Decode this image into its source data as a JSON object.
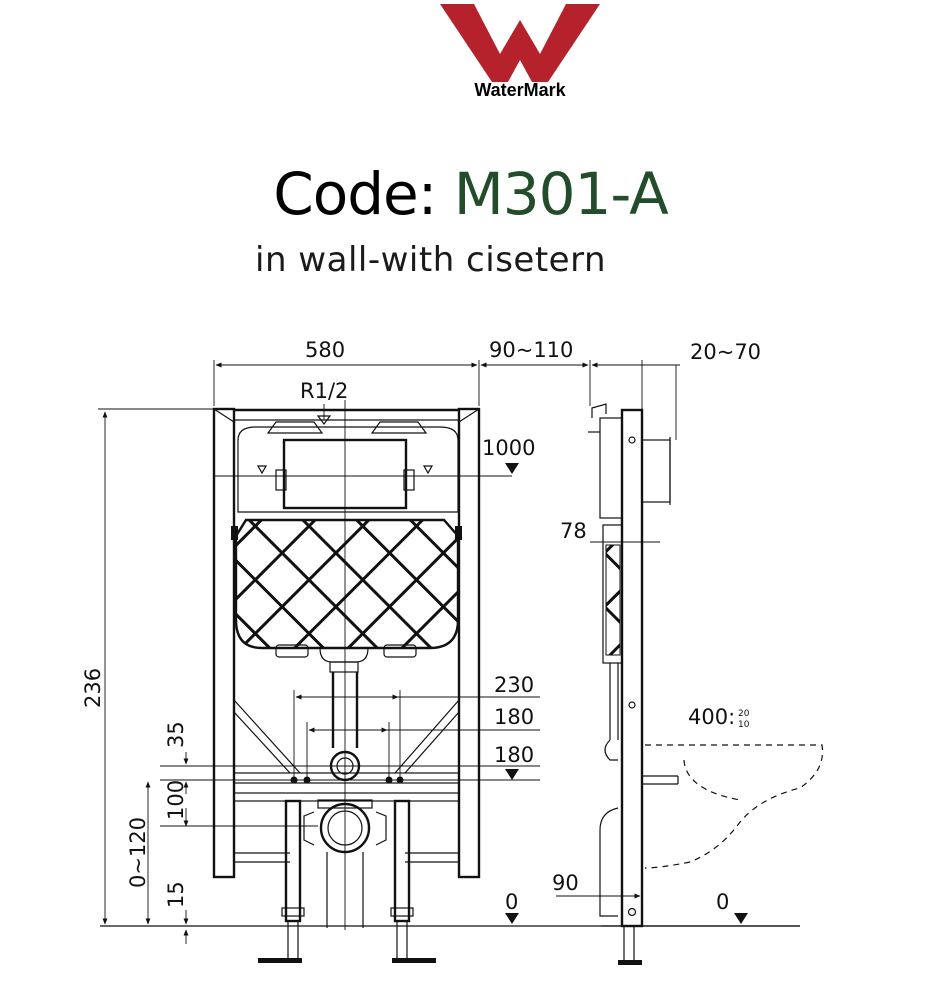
{
  "logo": {
    "text": "WaterMark",
    "color": "#b5222c"
  },
  "title": {
    "prefix": "Code: ",
    "code": "M301-A",
    "code_color": "#234d2a"
  },
  "subtitle": "in wall-with cisetern",
  "dimensions": {
    "width_580": "580",
    "depth_90_110": "90~110",
    "depth_20_70": "20~70",
    "inlet_r12": "R1/2",
    "height_1000": "1000",
    "height_236": "236",
    "spacing_230": "230",
    "spacing_180_a": "180",
    "height_180_b": "180",
    "height_35": "35",
    "height_100": "100",
    "height_0_120": "0~120",
    "height_15": "15",
    "zero_front": "0",
    "zero_side": "0",
    "depth_78": "78",
    "depth_90": "90",
    "distance_400": "400",
    "tolerance_upper": "20",
    "tolerance_lower": "10"
  }
}
